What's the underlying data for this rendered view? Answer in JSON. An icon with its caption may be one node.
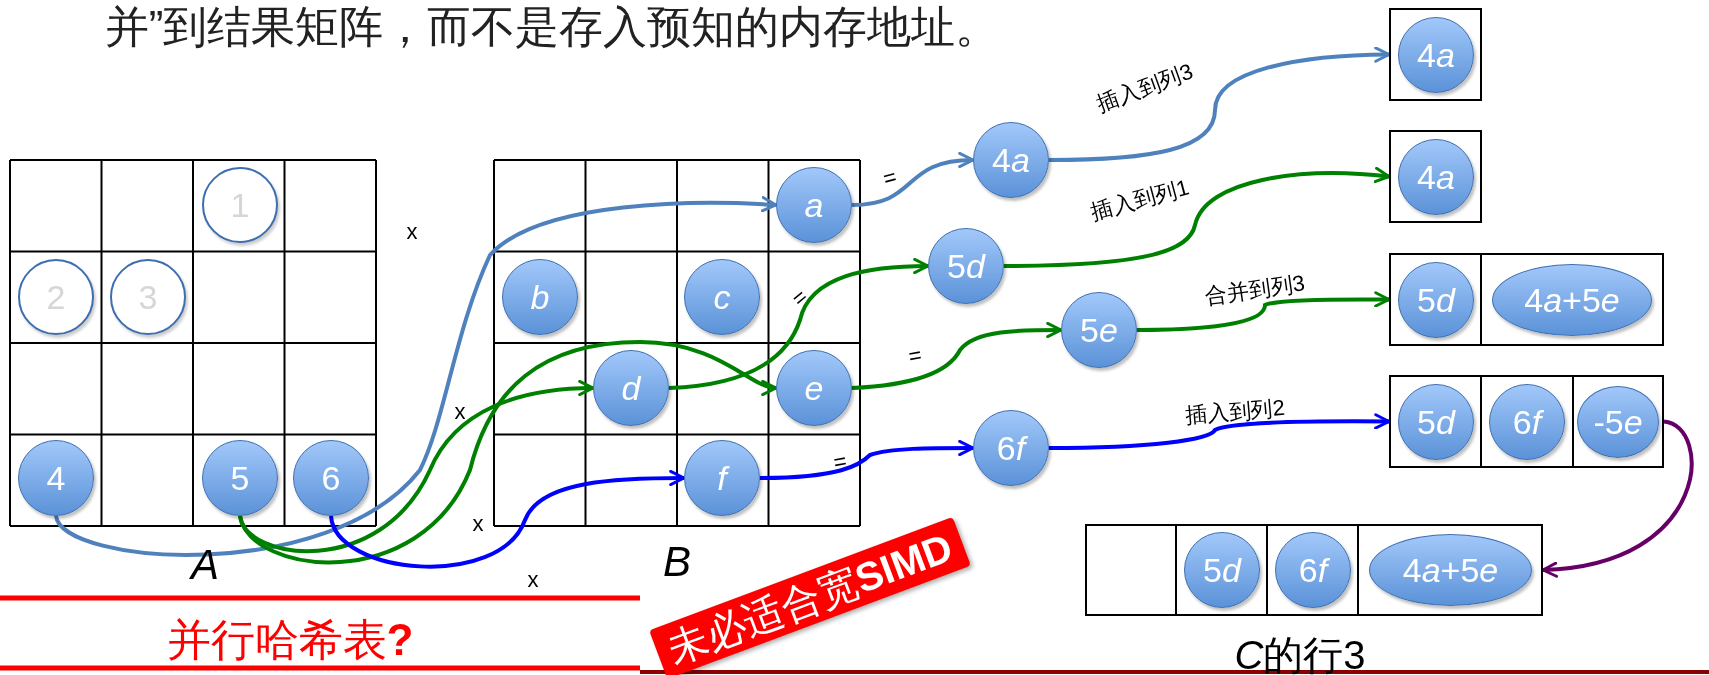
{
  "diagram": {
    "nodes": [
      {
        "text": [
          "1"
        ]
      },
      {
        "text": [
          "2"
        ]
      },
      {
        "text": [
          "3"
        ]
      },
      {
        "text": [
          "4"
        ]
      },
      {
        "text": [
          "5"
        ]
      },
      {
        "text": [
          "6"
        ]
      },
      {
        "text": [
          "a"
        ]
      },
      {
        "text": [
          "b"
        ]
      },
      {
        "text": [
          "c"
        ]
      },
      {
        "text": [
          "d"
        ]
      },
      {
        "text": [
          "e"
        ]
      },
      {
        "text": [
          "f"
        ]
      },
      {
        "text": [
          "4a"
        ]
      },
      {
        "text": [
          "5d"
        ]
      },
      {
        "text": [
          "5e"
        ]
      },
      {
        "text": [
          "6f"
        ]
      },
      {
        "text": [],
        "shape": "box"
      },
      {
        "text": [
          "4a"
        ],
        "in": 16
      },
      {
        "text": [],
        "shape": "box"
      },
      {
        "text": [
          "4a"
        ],
        "in": 18
      },
      {
        "text": [],
        "shape": "box"
      },
      {
        "text": [
          "5d"
        ],
        "in": 20
      },
      {
        "text": [],
        "shape": "box"
      },
      {
        "text": [
          "4a+5e"
        ],
        "in": 22
      },
      {
        "text": [],
        "shape": "box"
      },
      {
        "text": [
          "5d"
        ],
        "in": 24
      },
      {
        "text": [],
        "shape": "box"
      },
      {
        "text": [
          "6f"
        ],
        "in": 26
      },
      {
        "text": [],
        "shape": "box"
      },
      {
        "text": [
          "-5e"
        ],
        "in": 28
      },
      {
        "text": [],
        "shape": "box"
      },
      {
        "text": [],
        "shape": "box"
      },
      {
        "text": [
          "5d"
        ],
        "in": 31
      },
      {
        "text": [],
        "shape": "box"
      },
      {
        "text": [
          "6f"
        ],
        "in": 33
      },
      {
        "text": [],
        "shape": "box"
      },
      {
        "text": [
          "4a+5e"
        ],
        "in": 35
      }
    ],
    "edges": [
      {
        "from": 3,
        "to": 6,
        "arrow": "to",
        "color": "#4f81bd"
      },
      {
        "from": 6,
        "to": 12,
        "arrow": "to",
        "color": "#4f81bd"
      },
      {
        "from": 12,
        "to": 16,
        "arrow": "to",
        "label": "插入到列3",
        "color": "#4f81bd"
      },
      {
        "from": 4,
        "to": 9,
        "arrow": "to"
      },
      {
        "from": 4,
        "to": 10,
        "arrow": "to"
      },
      {
        "from": 9,
        "to": 13,
        "arrow": "to"
      },
      {
        "from": 10,
        "to": 14,
        "arrow": "to"
      },
      {
        "from": 13,
        "to": 18,
        "arrow": "to",
        "label": "插入到列1"
      },
      {
        "from": 14,
        "to": 20,
        "arrow": "to",
        "label": "合并到列3"
      },
      {
        "from": 5,
        "to": 11,
        "arrow": "to",
        "color": "#0000ff"
      },
      {
        "from": 11,
        "to": 15,
        "arrow": "to",
        "color": "#0000ff"
      },
      {
        "from": 15,
        "to": 24,
        "arrow": "to",
        "label": "插入到列2",
        "color": "#0000ff"
      },
      {
        "from": 28,
        "to": 35,
        "arrow": "to",
        "color": "#660066"
      }
    ],
    "labels": [
      "并”到结果矩阵，而不是存入预知的内存地址。",
      "=",
      "x",
      "=",
      "=",
      "x",
      "=",
      "x",
      "A",
      "B",
      "x",
      "未必适合宽**SIMD**",
      "并行哈希表**?**",
      "C的行3"
    ]
  }
}
